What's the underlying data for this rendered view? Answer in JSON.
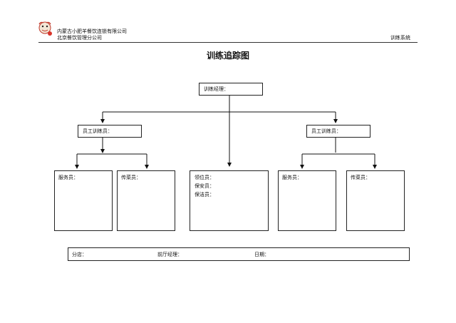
{
  "header": {
    "company_line1": "内蒙古小肥羊餐饮连锁有限公司",
    "company_line2": "北京餐饮管理分公司",
    "system_name": "训练系统"
  },
  "title": "训练追踪图",
  "chart": {
    "manager": "训练经理：",
    "left_trainer": "员工训练员：",
    "right_trainer": "员工训练员：",
    "left_box1": "服务员：",
    "left_box2": "传菜员：",
    "center_box": [
      "领位员：",
      "保安员：",
      "保洁员："
    ],
    "right_box1": "服务员：",
    "right_box2": "传菜员："
  },
  "footer": {
    "store": "分店：",
    "lobby_manager": "前厅经理：",
    "date": "日期："
  }
}
